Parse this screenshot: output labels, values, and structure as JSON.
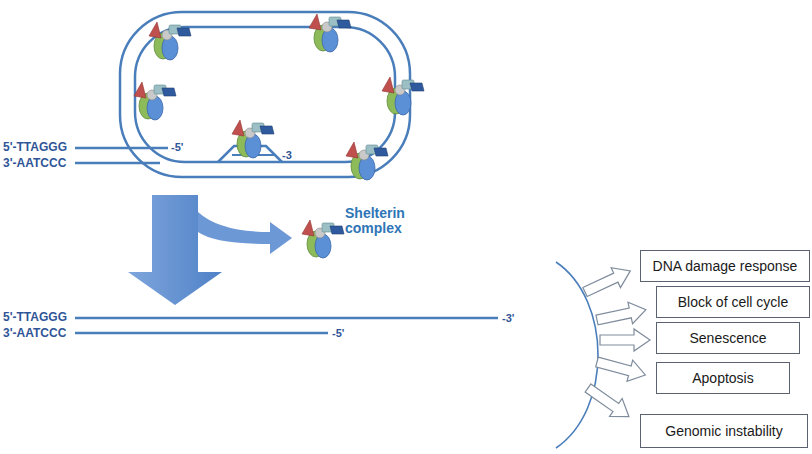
{
  "diagram": {
    "nodes": [
      {
        "text": [
          "DNA damage response"
        ]
      },
      {
        "text": [
          "Block of cell cycle"
        ]
      },
      {
        "text": [
          "Senescence"
        ]
      },
      {
        "text": [
          "Apoptosis"
        ]
      },
      {
        "text": [
          "Genomic instability"
        ]
      }
    ],
    "labels": [
      "5'-TTAGGG",
      "3'-AATCCC",
      "-5'",
      "-3",
      "Shelterin complex",
      "5'-TTAGGG",
      "3'-AATCCC",
      "-3'",
      "-5'"
    ]
  }
}
